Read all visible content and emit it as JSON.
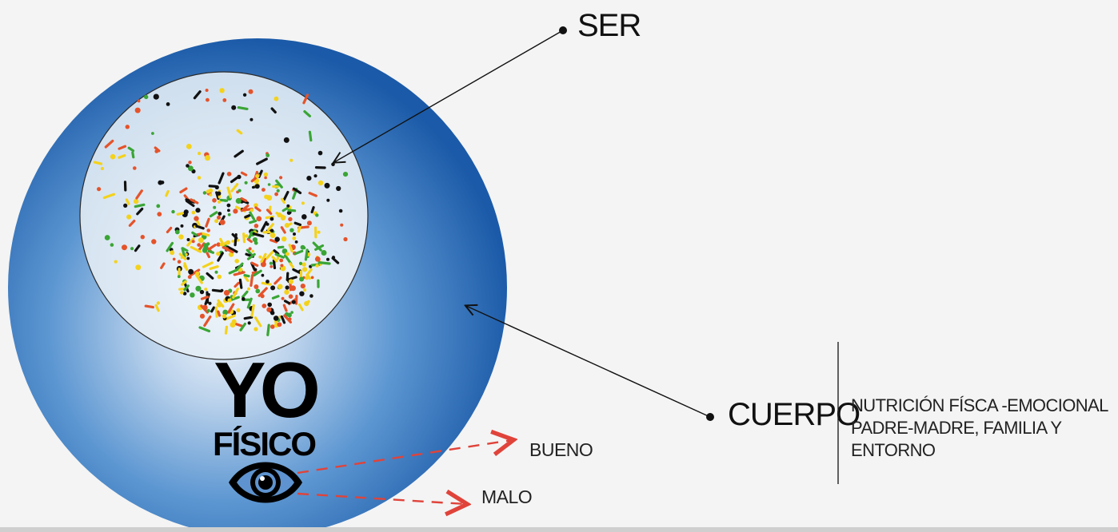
{
  "labels": {
    "ser": "SER",
    "cuerpo": "CUERPO",
    "yo": "YO",
    "fisico": "FÍSICO",
    "bueno": "BUENO",
    "malo": "MALO"
  },
  "cuerpo_note": {
    "line1": "NUTRICIÓN FÍSCA -EMOCIONAL",
    "line2": "PADRE-MADRE, FAMILIA Y",
    "line3": "ENTORNO"
  },
  "colors": {
    "outer_sphere_light": "#e8f0f8",
    "outer_sphere_dark": "#1e5fae",
    "inner_circle": "#dfe9f2",
    "dot_black": "#111111",
    "dot_green": "#3aa535",
    "dot_yellow": "#f4d21c",
    "dot_orange": "#e5532a",
    "dashed_arrow": "#e0433a"
  },
  "icons": {
    "eye": "eye-icon"
  }
}
